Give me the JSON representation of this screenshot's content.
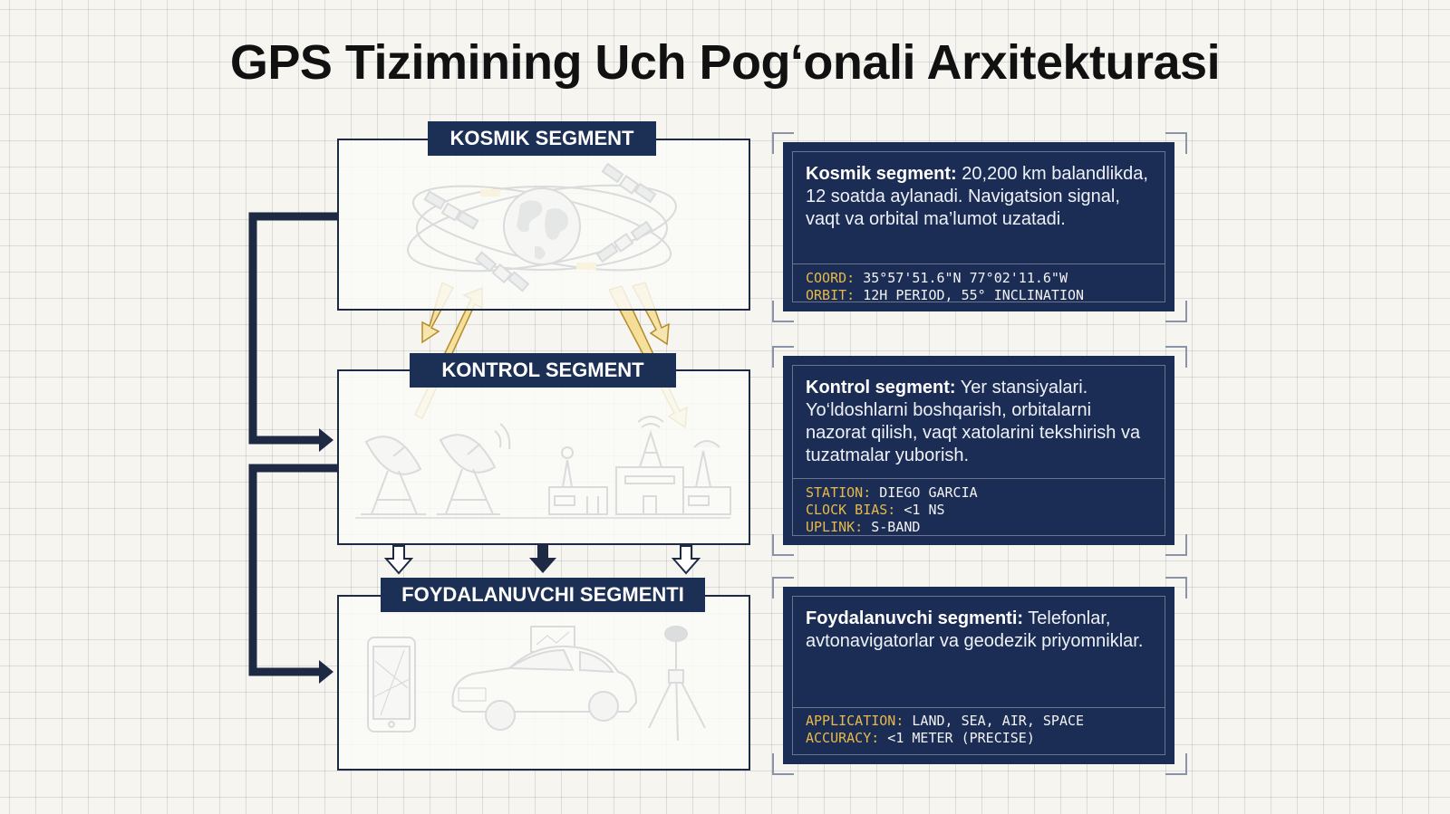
{
  "title": "GPS Tizimining Uch Pog‘onali Arxitekturasi",
  "segments": {
    "space": {
      "label": "KOSMIK SEGMENT"
    },
    "control": {
      "label": "KONTROL SEGMENT"
    },
    "user": {
      "label": "FOYDALANUVCHI SEGMENTI"
    }
  },
  "info": {
    "space": {
      "heading": "Kosmik segment:",
      "body": " 20,200 km balandlikda, 12 soatda aylanadi. Navigatsion signal, vaqt va orbital ma’lumot uzatadi.",
      "meta": [
        {
          "key": "COORD:",
          "value": " 35°57'51.6\"N 77°02'11.6\"W"
        },
        {
          "key": "ORBIT:",
          "value": " 12H PERIOD, 55° INCLINATION"
        }
      ]
    },
    "control": {
      "heading": "Kontrol segment:",
      "body": " Yer stansiyalari. Yo‘ldoshlarni boshqarish, orbitalarni nazorat qilish, vaqt xatolarini tekshirish va tuzatmalar yuborish.",
      "meta": [
        {
          "key": "STATION:",
          "value": " DIEGO GARCIA"
        },
        {
          "key": "CLOCK BIAS:",
          "value": " <1 NS"
        },
        {
          "key": "UPLINK:",
          "value": " S-BAND"
        }
      ]
    },
    "user": {
      "heading": "Foydalanuvchi segmenti:",
      "body": " Telefonlar, avtonavigatorlar va geodezik priyomniklar.",
      "meta": [
        {
          "key": "APPLICATION:",
          "value": " LAND, SEA, AIR, SPACE"
        },
        {
          "key": "ACCURACY:",
          "value": " <1 METER (PRECISE)"
        }
      ]
    }
  },
  "colors": {
    "navy": "#1b2d55",
    "accent": "#e7b84a",
    "signal": "#f0d27a",
    "line": "#1e2a44"
  },
  "icons": {
    "space": [
      "earth-globe-icon",
      "satellite-icon",
      "orbit-ellipse-icon"
    ],
    "control": [
      "radar-dish-icon",
      "antenna-tower-icon",
      "control-building-icon"
    ],
    "user": [
      "smartphone-map-icon",
      "car-navigator-icon",
      "survey-tripod-receiver-icon"
    ]
  }
}
